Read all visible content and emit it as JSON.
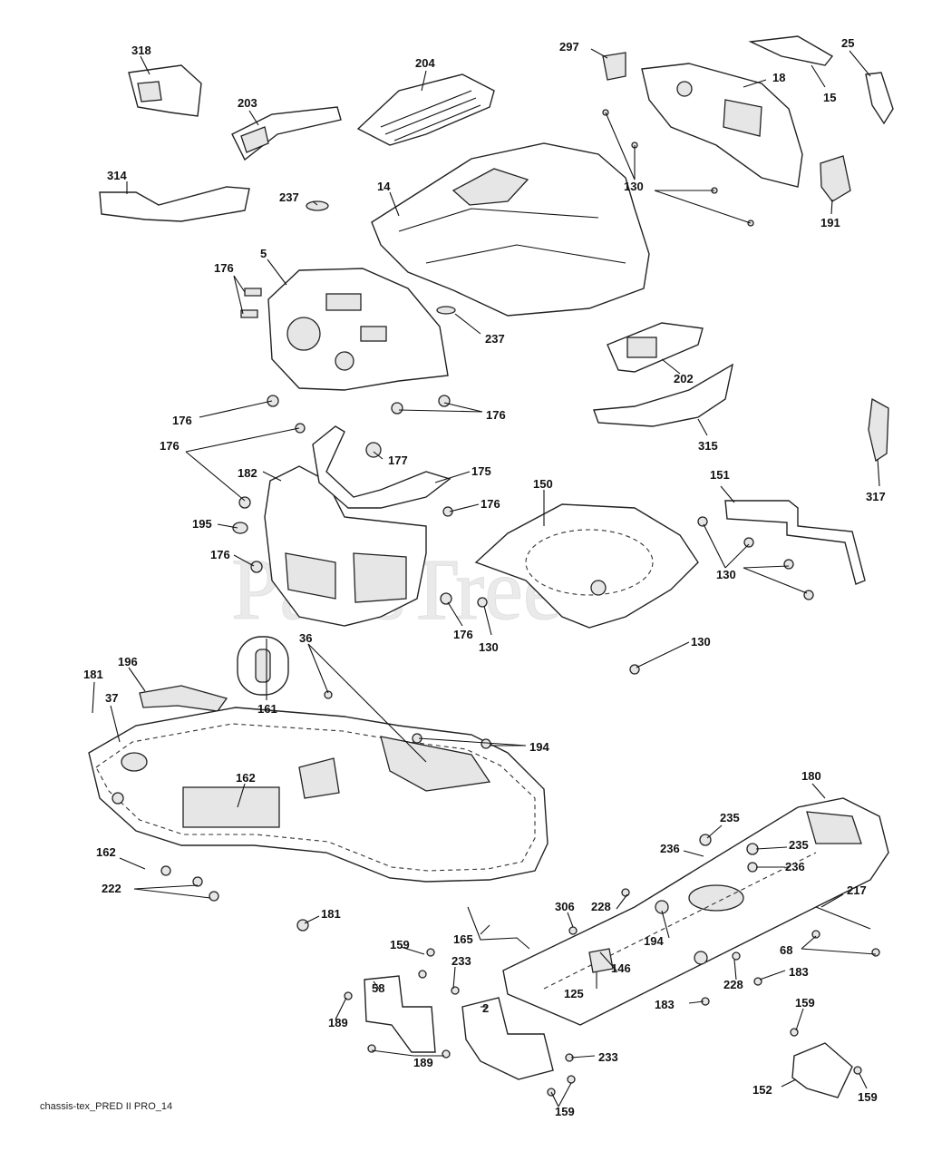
{
  "diagram": {
    "footer_caption": "chassis-tex_PRED II PRO_14",
    "watermark": "PartsTree",
    "callouts": {
      "c318": "318",
      "c203": "203",
      "c204": "204",
      "c297": "297",
      "c25": "25",
      "c18": "18",
      "c15": "15",
      "c314": "314",
      "c237a": "237",
      "c14": "14",
      "c130a": "130",
      "c191": "191",
      "c5": "5",
      "c176a": "176",
      "c237b": "237",
      "c202": "202",
      "c176b": "176",
      "c176c": "176",
      "c315": "315",
      "c176d": "176",
      "c177": "177",
      "c182": "182",
      "c175": "175",
      "c150": "150",
      "c151": "151",
      "c317": "317",
      "c176e": "176",
      "c195": "195",
      "c176f": "176",
      "c176g": "176",
      "c130b": "130",
      "c130c": "130",
      "c130d": "130",
      "c36": "36",
      "c196": "196",
      "c181a": "181",
      "c37": "37",
      "c161": "161",
      "c194a": "194",
      "c162a": "162",
      "c180": "180",
      "c235a": "235",
      "c236a": "236",
      "c235b": "235",
      "c236b": "236",
      "c162b": "162",
      "c222": "222",
      "c217": "217",
      "c228a": "228",
      "c306": "306",
      "c181b": "181",
      "c165": "165",
      "c194b": "194",
      "c68": "68",
      "c159a": "159",
      "c233a": "233",
      "c146": "146",
      "c228b": "228",
      "c183a": "183",
      "c58": "58",
      "c125": "125",
      "c2": "2",
      "c183b": "183",
      "c189a": "189",
      "c159b": "159",
      "c189b": "189",
      "c233b": "233",
      "c152": "152",
      "c159c": "159",
      "c159d": "159"
    }
  }
}
